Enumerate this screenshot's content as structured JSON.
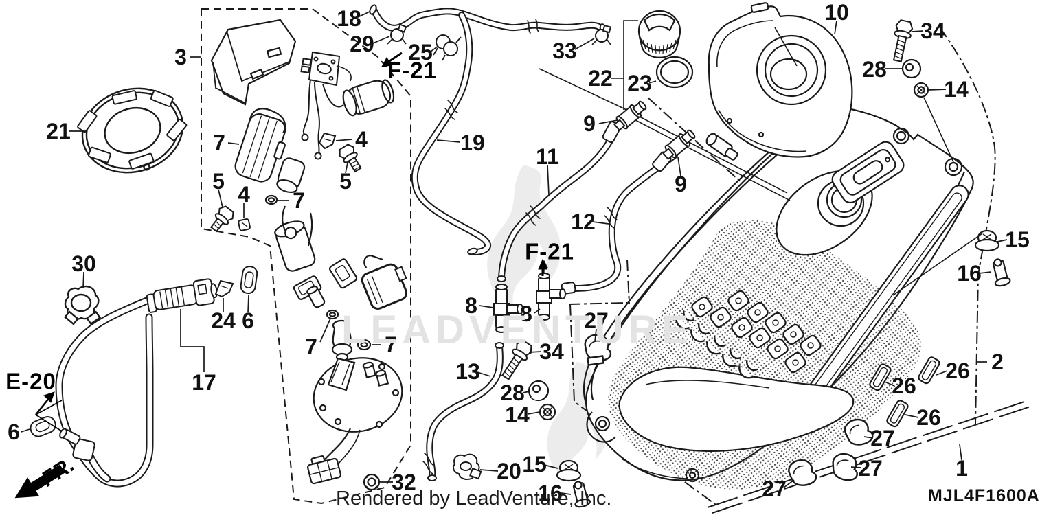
{
  "meta": {
    "drawing_code": "MJL4F1600A",
    "footer": "Rendered by LeadVenture, Inc.",
    "watermark": "LEADVENTURE"
  },
  "labels": {
    "f21": "F-21",
    "e20": "E-20",
    "fr": "FR."
  },
  "callouts": {
    "n1": "1",
    "n2": "2",
    "n3": "3",
    "n4a": "4",
    "n4b": "4",
    "n5a": "5",
    "n5b": "5",
    "n6a": "6",
    "n6b": "6",
    "n7a": "7",
    "n7b": "7",
    "n7c": "7",
    "n7d": "7",
    "n8a": "8",
    "n8b": "8",
    "n9a": "9",
    "n9b": "9",
    "n10": "10",
    "n11": "11",
    "n12": "12",
    "n13": "13",
    "n14a": "14",
    "n14b": "14",
    "n15a": "15",
    "n15b": "15",
    "n16a": "16",
    "n16b": "16",
    "n17": "17",
    "n18": "18",
    "n19": "19",
    "n20": "20",
    "n21": "21",
    "n22": "22",
    "n23": "23",
    "n24": "24",
    "n25": "25",
    "n26a": "26",
    "n26b": "26",
    "n26c": "26",
    "n27a": "27",
    "n27b": "27",
    "n27c": "27",
    "n27d": "27",
    "n28a": "28",
    "n28b": "28",
    "n29": "29",
    "n30": "30",
    "n32": "32",
    "n33": "33",
    "n34a": "34",
    "n34b": "34"
  }
}
